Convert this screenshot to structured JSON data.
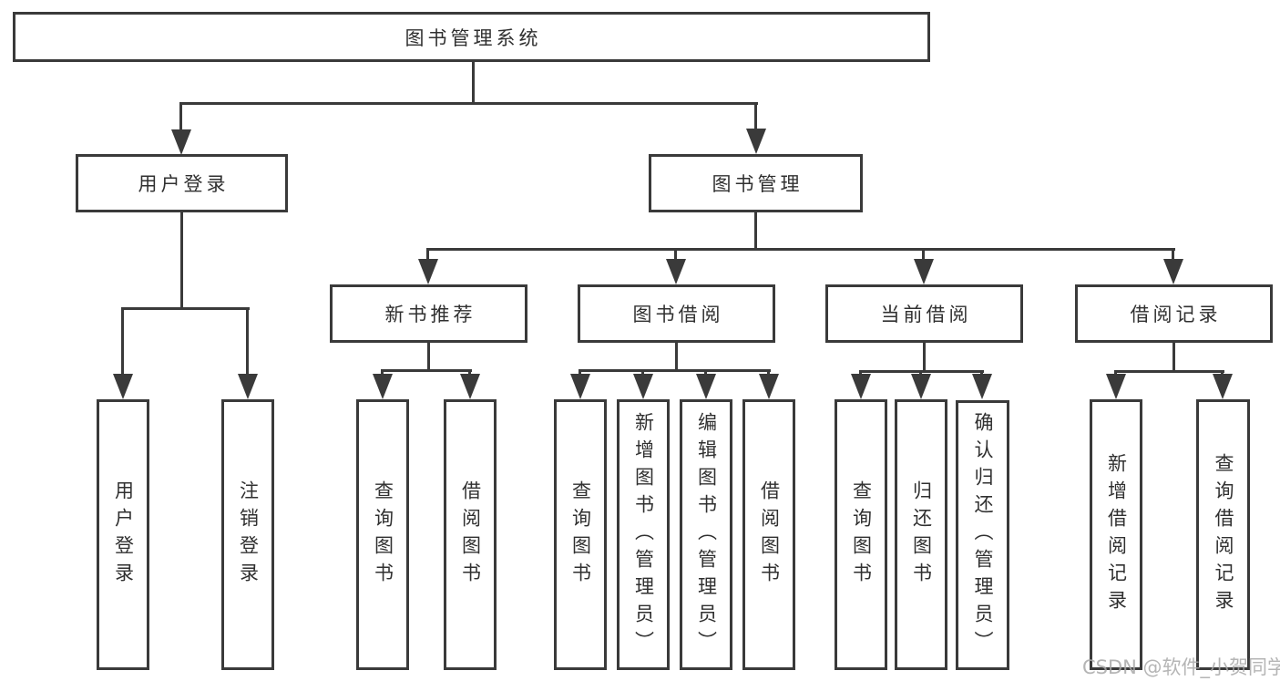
{
  "diagram": {
    "title": "图书管理系统",
    "root": {
      "label": "图书管理系统"
    },
    "branches": [
      {
        "label": "用户登录",
        "children": [
          {
            "label": "用户登录"
          },
          {
            "label": "注销登录"
          }
        ]
      },
      {
        "label": "图书管理",
        "children": [
          {
            "label": "新书推荐",
            "children": [
              {
                "label": "查询图书"
              },
              {
                "label": "借阅图书"
              }
            ]
          },
          {
            "label": "图书借阅",
            "children": [
              {
                "label": "查询图书"
              },
              {
                "label": "新增图书（管理员）"
              },
              {
                "label": "编辑图书（管理员）"
              },
              {
                "label": "借阅图书"
              }
            ]
          },
          {
            "label": "当前借阅",
            "children": [
              {
                "label": "查询图书"
              },
              {
                "label": "归还图书"
              },
              {
                "label": "确认归还（管理员）"
              }
            ]
          },
          {
            "label": "借阅记录",
            "children": [
              {
                "label": "新增借阅记录"
              },
              {
                "label": "查询借阅记录"
              }
            ]
          }
        ]
      }
    ]
  },
  "watermark": {
    "text": "CSDN @软件_小贺同学"
  },
  "colors": {
    "line": "#3a3a3a",
    "text": "#303030",
    "background": "#ffffff",
    "watermark": "#a8a8a8"
  }
}
